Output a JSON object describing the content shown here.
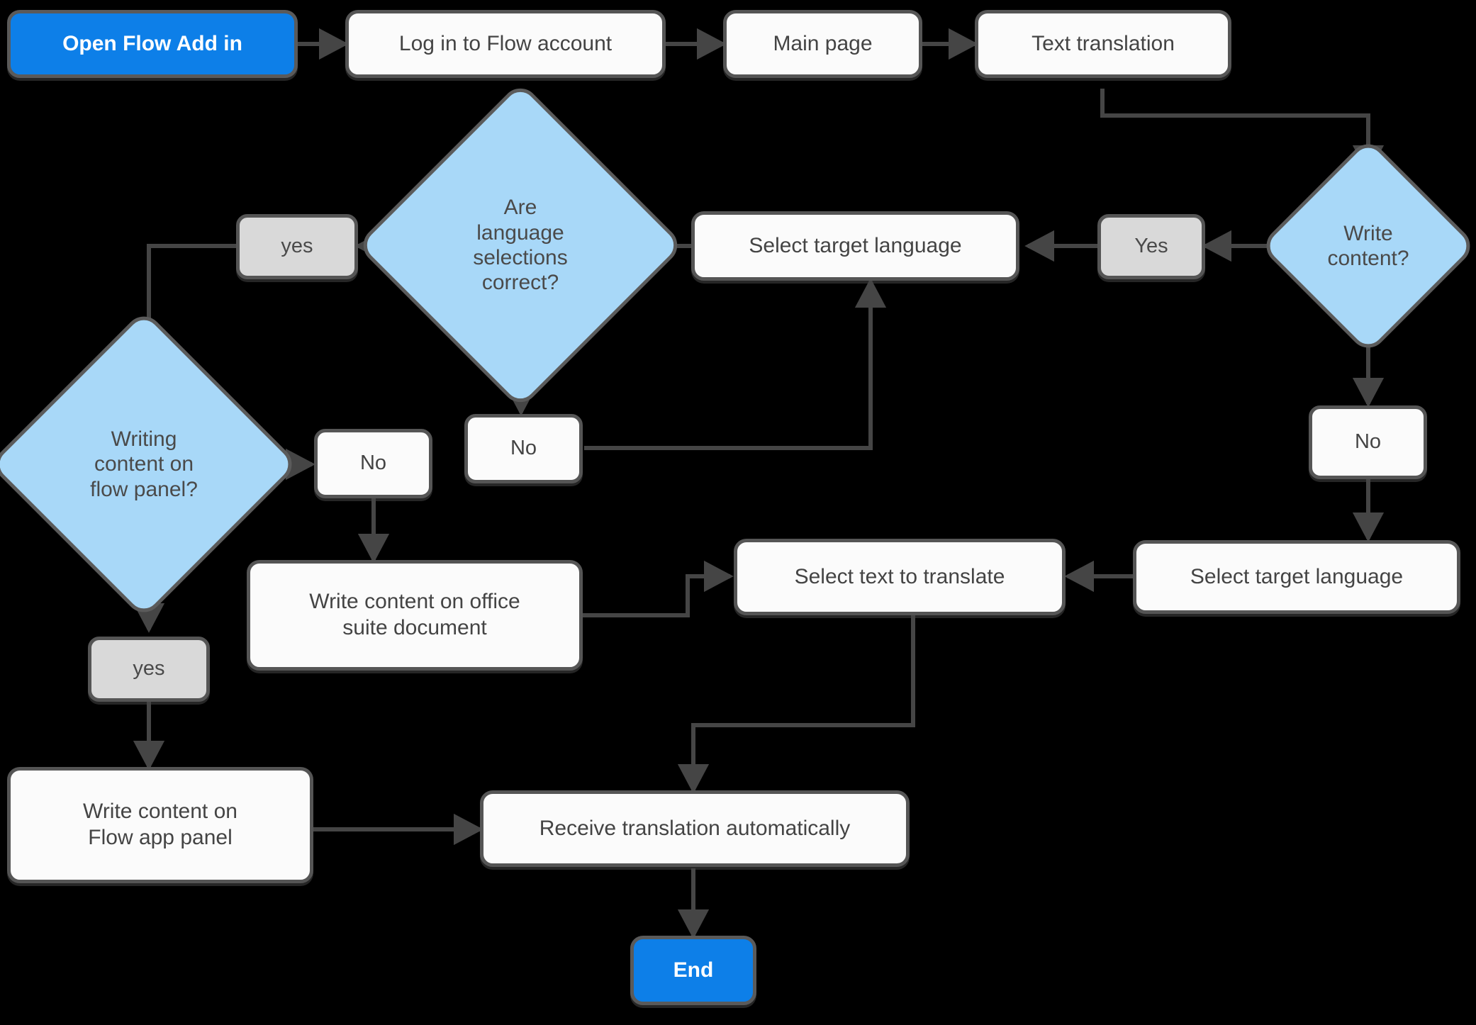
{
  "diagram": {
    "title": "Flow Add-in translation workflow",
    "background": "#000000",
    "colors": {
      "terminal_fill": "#0d7fe8",
      "terminal_text": "#ffffff",
      "process_fill": "#fbfbfb",
      "process_text": "#444444",
      "decision_fill": "#a8d8f8",
      "label_fill": "#d9d9d9",
      "stroke": "#555555",
      "edge": "#454545"
    }
  },
  "nodes": {
    "start": {
      "label": "Open Flow Add in",
      "type": "terminal"
    },
    "login": {
      "label": "Log in to Flow account",
      "type": "process"
    },
    "main_page": {
      "label": "Main page",
      "type": "process"
    },
    "text_translation": {
      "label": "Text translation",
      "type": "process"
    },
    "yes_lang": {
      "label": "yes",
      "type": "label"
    },
    "decision_lang": {
      "label": "Are\nlanguage\nselections\ncorrect?",
      "type": "decision"
    },
    "select_target_lang_top": {
      "label": "Select target language",
      "type": "process"
    },
    "yes_write": {
      "label": "Yes",
      "type": "label"
    },
    "decision_write": {
      "label": "Write\ncontent?",
      "type": "decision"
    },
    "decision_flow_panel": {
      "label": "Writing\ncontent on\nflow panel?",
      "type": "decision"
    },
    "no_flow_panel": {
      "label": "No",
      "type": "process"
    },
    "no_lang": {
      "label": "No",
      "type": "process"
    },
    "no_write": {
      "label": "No",
      "type": "process"
    },
    "write_office": {
      "label": "Write content on office\nsuite document",
      "type": "process"
    },
    "select_text": {
      "label": "Select text to translate",
      "type": "process"
    },
    "select_target_lang_bottom": {
      "label": "Select target language",
      "type": "process"
    },
    "yes_flow_panel": {
      "label": "yes",
      "type": "label"
    },
    "write_flow_app": {
      "label": "Write content on\nFlow app panel",
      "type": "process"
    },
    "receive_translation": {
      "label": "Receive translation automatically",
      "type": "process"
    },
    "end": {
      "label": "End",
      "type": "terminal"
    }
  },
  "edges": [
    {
      "from": "start",
      "to": "login"
    },
    {
      "from": "login",
      "to": "main_page"
    },
    {
      "from": "main_page",
      "to": "text_translation"
    },
    {
      "from": "text_translation",
      "to": "decision_write"
    },
    {
      "from": "decision_write",
      "to": "yes_write"
    },
    {
      "from": "yes_write",
      "to": "select_target_lang_top"
    },
    {
      "from": "select_target_lang_top",
      "to": "decision_lang"
    },
    {
      "from": "decision_lang",
      "to": "yes_lang"
    },
    {
      "from": "yes_lang",
      "to": "decision_flow_panel"
    },
    {
      "from": "decision_lang",
      "to": "no_lang"
    },
    {
      "from": "no_lang",
      "to": "select_target_lang_top"
    },
    {
      "from": "decision_flow_panel",
      "to": "no_flow_panel"
    },
    {
      "from": "no_flow_panel",
      "to": "write_office"
    },
    {
      "from": "write_office",
      "to": "select_text"
    },
    {
      "from": "decision_write",
      "to": "no_write"
    },
    {
      "from": "no_write",
      "to": "select_target_lang_bottom"
    },
    {
      "from": "select_target_lang_bottom",
      "to": "select_text"
    },
    {
      "from": "select_text",
      "to": "receive_translation"
    },
    {
      "from": "decision_flow_panel",
      "to": "yes_flow_panel"
    },
    {
      "from": "yes_flow_panel",
      "to": "write_flow_app"
    },
    {
      "from": "write_flow_app",
      "to": "receive_translation"
    },
    {
      "from": "receive_translation",
      "to": "end"
    }
  ]
}
